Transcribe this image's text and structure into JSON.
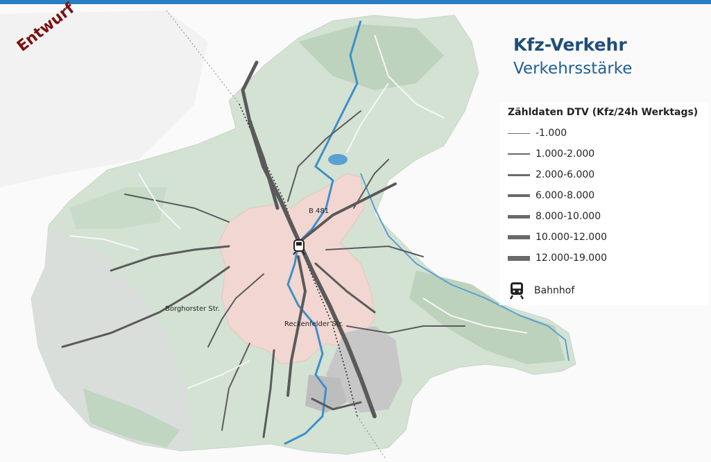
{
  "header": {
    "title": "Kfz-Verkehr",
    "subtitle": "Verkehrsstärke",
    "accent_color": "#2a7fc0",
    "title_color": "#1f4e79"
  },
  "stamp": {
    "text": "Entwurf",
    "color": "#7b1212"
  },
  "legend": {
    "title": "Zähldaten DTV (Kfz/24h Werktags)",
    "line_color": "#6a6a6a",
    "items": [
      {
        "label": "-1.000",
        "weight": 1
      },
      {
        "label": "1.000-2.000",
        "weight": 2
      },
      {
        "label": "2.000-6.000",
        "weight": 3
      },
      {
        "label": "6.000-8.000",
        "weight": 4
      },
      {
        "label": "8.000-10.000",
        "weight": 5
      },
      {
        "label": "10.000-12.000",
        "weight": 6
      },
      {
        "label": "12.000-19.000",
        "weight": 7
      }
    ],
    "station": {
      "label": "Bahnhof",
      "icon": "train-icon"
    }
  },
  "map": {
    "road_labels": [
      "B 481",
      "Borghorster Str.",
      "Reckenfelder Str."
    ],
    "colors": {
      "area": "#d3e2d3",
      "forest": "#b7d0b8",
      "urban": "#f1d6d2",
      "industrial": "#c7c7c7",
      "water": "#3f8fc9",
      "roads": "#5a5a5a"
    }
  }
}
